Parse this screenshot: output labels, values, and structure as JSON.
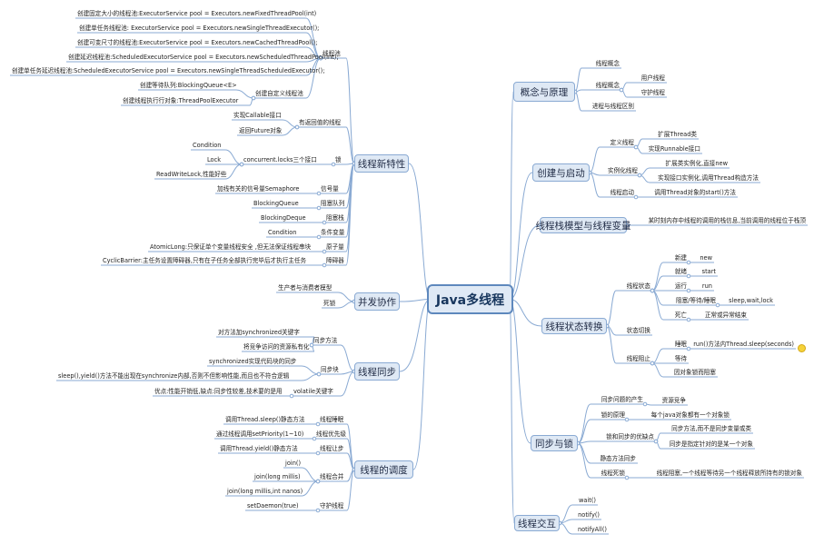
{
  "root": {
    "label": "Java多线程"
  },
  "branches": [
    {
      "id": "b1",
      "label": "概念与原理"
    },
    {
      "id": "b2",
      "label": "创建与启动"
    },
    {
      "id": "b3",
      "label": "线程栈模型与线程变量"
    },
    {
      "id": "b4",
      "label": "线程状态转换"
    },
    {
      "id": "b5",
      "label": "同步与锁"
    },
    {
      "id": "b6",
      "label": "线程交互"
    },
    {
      "id": "b7",
      "label": "线程新特性"
    },
    {
      "id": "b8",
      "label": "并发协作"
    },
    {
      "id": "b9",
      "label": "线程同步"
    },
    {
      "id": "b10",
      "label": "线程的调度"
    }
  ],
  "leaves": [
    {
      "id": "r1",
      "label": "线程概念"
    },
    {
      "id": "r2",
      "label": "线程概念"
    },
    {
      "id": "r3",
      "label": "用户线程"
    },
    {
      "id": "r4",
      "label": "守护线程"
    },
    {
      "id": "r5",
      "label": "进程与线程区别"
    },
    {
      "id": "r6",
      "label": "定义线程"
    },
    {
      "id": "r7",
      "label": "扩展Thread类"
    },
    {
      "id": "r8",
      "label": "实现Runnable接口"
    },
    {
      "id": "r9",
      "label": "实例化线程"
    },
    {
      "id": "r10",
      "label": "扩展类实例化,直接new"
    },
    {
      "id": "r11",
      "label": "实现接口实例化,调用Thread构造方法"
    },
    {
      "id": "r12",
      "label": "线程启动"
    },
    {
      "id": "r13",
      "label": "调用Thread对象的start()方法"
    },
    {
      "id": "r14",
      "label": "某时刻内存中线程的调用的栈信息,当前调用的线程位于栈顶"
    },
    {
      "id": "r15",
      "label": "线程状态"
    },
    {
      "id": "r16",
      "label": "新建"
    },
    {
      "id": "r17",
      "label": "new"
    },
    {
      "id": "r18",
      "label": "就绪"
    },
    {
      "id": "r19",
      "label": "start"
    },
    {
      "id": "r20",
      "label": "运行"
    },
    {
      "id": "r21",
      "label": "run"
    },
    {
      "id": "r22",
      "label": "阻塞/等待/睡眠"
    },
    {
      "id": "r23",
      "label": "sleep,wait,lock"
    },
    {
      "id": "r24",
      "label": "死亡"
    },
    {
      "id": "r25",
      "label": "正常或异常结束"
    },
    {
      "id": "r26",
      "label": "状态切换"
    },
    {
      "id": "r27",
      "label": "线程阻止"
    },
    {
      "id": "r28",
      "label": "睡眠"
    },
    {
      "id": "r29",
      "label": "run()方法内Thread.sleep(seconds)"
    },
    {
      "id": "r30",
      "label": "等待"
    },
    {
      "id": "r31",
      "label": "因对象锁而阻塞"
    },
    {
      "id": "r32",
      "label": "同步问题的产生"
    },
    {
      "id": "r33",
      "label": "资源竞争"
    },
    {
      "id": "r34",
      "label": "锁的原理"
    },
    {
      "id": "r35",
      "label": "每个java对象都有一个对象锁"
    },
    {
      "id": "r36",
      "label": "锁和同步的优缺点"
    },
    {
      "id": "r37",
      "label": "同步方法,而不是同步变量或类"
    },
    {
      "id": "r38",
      "label": "同步是指定针对的是某一个对象"
    },
    {
      "id": "r39",
      "label": "静态方法同步"
    },
    {
      "id": "r40",
      "label": "线程死锁"
    },
    {
      "id": "r41",
      "label": "线程阻塞,一个线程等待另一个线程释放所持有的锁对象"
    },
    {
      "id": "r42",
      "label": "wait()"
    },
    {
      "id": "r43",
      "label": "notify()"
    },
    {
      "id": "r44",
      "label": "notifyAll()"
    },
    {
      "id": "l1",
      "label": "线程池"
    },
    {
      "id": "l2",
      "label": "创建固定大小的线程池:ExecutorService pool = Executors.newFixedThreadPool(int)"
    },
    {
      "id": "l3",
      "label": "创建单任务线程池: ExecutorService pool = Executors.newSingleThreadExecutor();"
    },
    {
      "id": "l4",
      "label": "创建可变尺寸的线程池:ExecutorService pool = Executors.newCachedThreadPool();"
    },
    {
      "id": "l5",
      "label": "创建延迟线程池:ScheduledExecutorService pool = Executors.newScheduledThreadPool(int);"
    },
    {
      "id": "l6",
      "label": "创建单任务延迟线程池:ScheduledExecutorService pool = Executors.newSingleThreadScheduledExecutor();"
    },
    {
      "id": "l7",
      "label": "创建自定义线程池"
    },
    {
      "id": "l8",
      "label": "创建等待队列:BlockingQueue<E>"
    },
    {
      "id": "l9",
      "label": "创建线程执行行对象:ThreadPoolExecutor"
    },
    {
      "id": "l10",
      "label": "有返回值的线程"
    },
    {
      "id": "l11",
      "label": "实现Callable接口"
    },
    {
      "id": "l12",
      "label": "返回Future对象"
    },
    {
      "id": "l13",
      "label": "锁"
    },
    {
      "id": "l14",
      "label": "concurrent.locks三个接口"
    },
    {
      "id": "l15",
      "label": "Condition"
    },
    {
      "id": "l16",
      "label": "Lock"
    },
    {
      "id": "l17",
      "label": "ReadWriteLock,性能好些"
    },
    {
      "id": "l18",
      "label": "信号量"
    },
    {
      "id": "l19",
      "label": "加线有关的信号量Semaphore"
    },
    {
      "id": "l20",
      "label": "阻塞队列"
    },
    {
      "id": "l21",
      "label": "BlockingQueue"
    },
    {
      "id": "l22",
      "label": "阻塞栈"
    },
    {
      "id": "l23",
      "label": "BlockingDeque"
    },
    {
      "id": "l24",
      "label": "条件变量"
    },
    {
      "id": "l25",
      "label": "Condition"
    },
    {
      "id": "l26",
      "label": "原子量"
    },
    {
      "id": "l27",
      "label": "AtomicLong:只保证单个变量线程安全 ,但无法保证线程串块"
    },
    {
      "id": "l28",
      "label": "障碍器"
    },
    {
      "id": "l29",
      "label": "CyclicBarrier:主任务设置障碍器,只有在子任务全部执行完毕后才执行主任务"
    },
    {
      "id": "l30",
      "label": "生产者与消费者模型"
    },
    {
      "id": "l31",
      "label": "死锁"
    },
    {
      "id": "l32",
      "label": "同步方法"
    },
    {
      "id": "l33",
      "label": "对方法加synchronized关键字"
    },
    {
      "id": "l34",
      "label": "将竞争访问的资源私有化"
    },
    {
      "id": "l35",
      "label": "同步块"
    },
    {
      "id": "l36",
      "label": "synchronized实现代码块的同步"
    },
    {
      "id": "l37",
      "label": "sleep(),yield()方法不能出现在synchronize内部,否则不但影响性能,而且也不符合逻辑"
    },
    {
      "id": "l38",
      "label": "volatile关键字"
    },
    {
      "id": "l39",
      "label": "优点:性能开销低,缺点:同步性较差,技术要的是用"
    },
    {
      "id": "l40",
      "label": "线程睡眠"
    },
    {
      "id": "l41",
      "label": "调用Thread.sleep()静态方法"
    },
    {
      "id": "l42",
      "label": "线程优先级"
    },
    {
      "id": "l43",
      "label": "通过线程调用setPriority(1~10)"
    },
    {
      "id": "l44",
      "label": "线程让步"
    },
    {
      "id": "l45",
      "label": "调用Thread.yield()静态方法"
    },
    {
      "id": "l46",
      "label": "线程合并"
    },
    {
      "id": "l47",
      "label": "join()"
    },
    {
      "id": "l48",
      "label": "join(long millis)"
    },
    {
      "id": "l49",
      "label": "join(long millis,int nanos)"
    },
    {
      "id": "l50",
      "label": "守护线程"
    },
    {
      "id": "l51",
      "label": "setDaemon(true)"
    }
  ],
  "icons": {
    "node_decoration": "smiley-icon"
  },
  "colors": {
    "root_fill": "#dfe9f5",
    "root_border": "#5e88bd",
    "branch_border": "#8aaad3",
    "link": "#8aaad3"
  }
}
